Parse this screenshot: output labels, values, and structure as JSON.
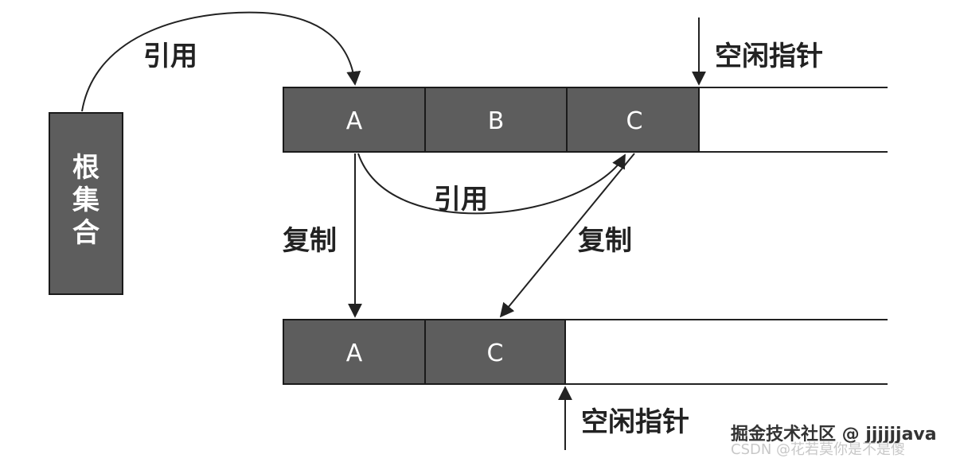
{
  "root_set": {
    "label_lines": [
      "根",
      "集",
      "合"
    ]
  },
  "from_space": {
    "cells": [
      "A",
      "B",
      "C"
    ],
    "free_pointer_label": "空闲指针"
  },
  "to_space": {
    "cells": [
      "A",
      "C"
    ],
    "free_pointer_label": "空闲指针"
  },
  "arrows": {
    "root_ref_label": "引用",
    "a_to_c_ref_label": "引用",
    "copy_a_label": "复制",
    "copy_c_label": "复制"
  },
  "watermark": {
    "main": "掘金技术社区 @ jjjjjjava",
    "sub": "CSDN @花若莫你是不是傻"
  },
  "colors": {
    "cell_fill": "#5d5d5d",
    "cell_border": "#1a1a1a",
    "line": "#222222"
  }
}
